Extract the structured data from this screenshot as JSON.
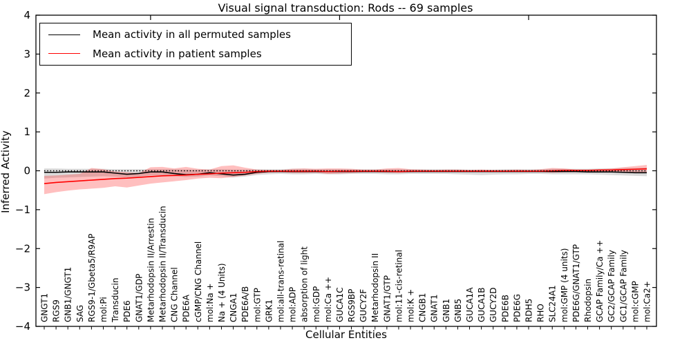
{
  "figure": {
    "title": "Visual signal transduction: Rods -- 69 samples",
    "xlabel": "Cellular Entities",
    "ylabel": "Inferred Activity"
  },
  "chart_data": {
    "type": "line",
    "title": "Visual signal transduction: Rods -- 69 samples",
    "xlabel": "Cellular Entities",
    "ylabel": "Inferred Activity",
    "ylim": [
      -4,
      4
    ],
    "yticks": [
      -4,
      -3,
      -2,
      -1,
      0,
      1,
      2,
      3,
      4
    ],
    "grid": false,
    "legend_position": "upper left",
    "zero_line": {
      "y": 0,
      "style": "dotted",
      "color": "#000000"
    },
    "categories": [
      "GNGT1",
      "RGS9",
      "GNB1/GNGT1",
      "SAG",
      "RGS9-1/Gbeta5/R9AP",
      "mol:Pi",
      "Transducin",
      "PDE6",
      "GNAT1/GDP",
      "Metarhodopsin II/Arrestin",
      "Metarhodopsin II/Transducin",
      "CNG Channel",
      "PDE6A",
      "cGMP/CNG Channel",
      "mol:Na +",
      "Na + (4 Units)",
      "CNGA1",
      "PDE6A/B",
      "mol:GTP",
      "GRK1",
      "mol:all-trans-retinal",
      "mol:ADP",
      "absorption of light",
      "mol:GDP",
      "mol:Ca ++",
      "GUCA1C",
      "RGS9BP",
      "GUCY2F",
      "Metarhodopsin II",
      "GNAT1/GTP",
      "mol:11-cis-retinal",
      "mol:K +",
      "CNGB1",
      "GNAT1",
      "GNB1",
      "GNB5",
      "GUCA1A",
      "GUCA1B",
      "GUCY2D",
      "PDE6B",
      "PDE6G",
      "RDH5",
      "RHO",
      "SLC24A1",
      "mol:GMP (4 units)",
      "PDE6G/GNAT1/GTP",
      "Rhodopsin",
      "GCAP Family/Ca ++",
      "GC2/GCAP Family",
      "GC1/GCAP Family",
      "mol:cGMP",
      "mol:Ca2+"
    ],
    "series": [
      {
        "name": "Mean activity in all permuted samples",
        "color": "#000000",
        "band_color": "#000000",
        "band_opacity": 0.14,
        "values": [
          -0.04,
          -0.04,
          -0.03,
          -0.03,
          -0.03,
          -0.03,
          -0.06,
          -0.09,
          -0.07,
          -0.03,
          -0.03,
          -0.07,
          -0.1,
          -0.09,
          -0.05,
          -0.08,
          -0.11,
          -0.09,
          -0.04,
          -0.02,
          -0.02,
          -0.02,
          -0.02,
          -0.02,
          -0.02,
          -0.02,
          -0.02,
          -0.02,
          -0.02,
          -0.02,
          -0.02,
          -0.02,
          -0.02,
          -0.02,
          -0.02,
          -0.02,
          -0.02,
          -0.02,
          -0.02,
          -0.02,
          -0.02,
          -0.02,
          -0.02,
          -0.02,
          -0.02,
          -0.02,
          -0.03,
          -0.03,
          -0.03,
          -0.04,
          -0.05,
          -0.05
        ],
        "band_low": [
          -0.2,
          -0.18,
          -0.17,
          -0.16,
          -0.15,
          -0.14,
          -0.15,
          -0.17,
          -0.15,
          -0.12,
          -0.11,
          -0.14,
          -0.16,
          -0.15,
          -0.12,
          -0.14,
          -0.17,
          -0.15,
          -0.11,
          -0.09,
          -0.08,
          -0.09,
          -0.09,
          -0.08,
          -0.09,
          -0.09,
          -0.08,
          -0.08,
          -0.08,
          -0.09,
          -0.09,
          -0.08,
          -0.08,
          -0.08,
          -0.08,
          -0.09,
          -0.1,
          -0.11,
          -0.1,
          -0.09,
          -0.09,
          -0.08,
          -0.08,
          -0.09,
          -0.09,
          -0.09,
          -0.09,
          -0.1,
          -0.11,
          -0.12,
          -0.13,
          -0.14
        ],
        "band_high": [
          0.06,
          0.06,
          0.05,
          0.05,
          0.05,
          0.05,
          0.04,
          0.04,
          0.04,
          0.04,
          0.04,
          0.04,
          0.03,
          0.03,
          0.04,
          0.04,
          0.03,
          0.03,
          0.04,
          0.04,
          0.04,
          0.05,
          0.05,
          0.04,
          0.04,
          0.04,
          0.04,
          0.04,
          0.04,
          0.04,
          0.04,
          0.04,
          0.04,
          0.04,
          0.04,
          0.04,
          0.03,
          0.03,
          0.03,
          0.04,
          0.04,
          0.04,
          0.04,
          0.05,
          0.05,
          0.05,
          0.05,
          0.06,
          0.06,
          0.07,
          0.07,
          0.08
        ]
      },
      {
        "name": "Mean activity in patient samples",
        "color": "#ff0000",
        "band_color": "#ff0000",
        "band_opacity": 0.25,
        "values": [
          -0.33,
          -0.3,
          -0.28,
          -0.26,
          -0.24,
          -0.22,
          -0.2,
          -0.19,
          -0.17,
          -0.15,
          -0.13,
          -0.12,
          -0.11,
          -0.09,
          -0.08,
          -0.06,
          -0.05,
          -0.04,
          -0.02,
          -0.01,
          -0.01,
          -0.01,
          -0.01,
          -0.01,
          -0.02,
          -0.01,
          -0.01,
          -0.01,
          -0.01,
          -0.01,
          -0.02,
          -0.01,
          -0.01,
          -0.01,
          -0.01,
          -0.01,
          -0.01,
          -0.01,
          -0.01,
          -0.01,
          -0.01,
          -0.01,
          -0.01,
          0.0,
          0.01,
          0.01,
          0.01,
          0.02,
          0.02,
          0.03,
          0.04,
          0.05
        ],
        "band_low": [
          -0.6,
          -0.55,
          -0.51,
          -0.48,
          -0.46,
          -0.44,
          -0.4,
          -0.43,
          -0.38,
          -0.33,
          -0.3,
          -0.27,
          -0.24,
          -0.2,
          -0.18,
          -0.19,
          -0.16,
          -0.12,
          -0.08,
          -0.05,
          -0.04,
          -0.06,
          -0.06,
          -0.05,
          -0.08,
          -0.07,
          -0.06,
          -0.04,
          -0.04,
          -0.05,
          -0.06,
          -0.04,
          -0.03,
          -0.03,
          -0.03,
          -0.03,
          -0.03,
          -0.03,
          -0.03,
          -0.03,
          -0.03,
          -0.03,
          -0.03,
          -0.05,
          -0.04,
          -0.03,
          -0.03,
          -0.03,
          -0.03,
          -0.03,
          -0.04,
          -0.05
        ],
        "band_high": [
          -0.13,
          -0.12,
          -0.1,
          -0.08,
          0.07,
          0.04,
          -0.02,
          -0.04,
          -0.06,
          0.09,
          0.1,
          0.06,
          0.1,
          0.05,
          0.03,
          0.12,
          0.14,
          0.08,
          0.03,
          0.02,
          0.02,
          0.05,
          0.06,
          0.05,
          0.06,
          0.06,
          0.05,
          0.03,
          0.03,
          0.06,
          0.07,
          0.04,
          0.03,
          0.02,
          0.03,
          0.03,
          0.02,
          0.03,
          0.02,
          0.02,
          0.03,
          0.02,
          0.04,
          0.07,
          0.06,
          0.03,
          0.03,
          0.04,
          0.06,
          0.09,
          0.12,
          0.15
        ]
      }
    ]
  }
}
